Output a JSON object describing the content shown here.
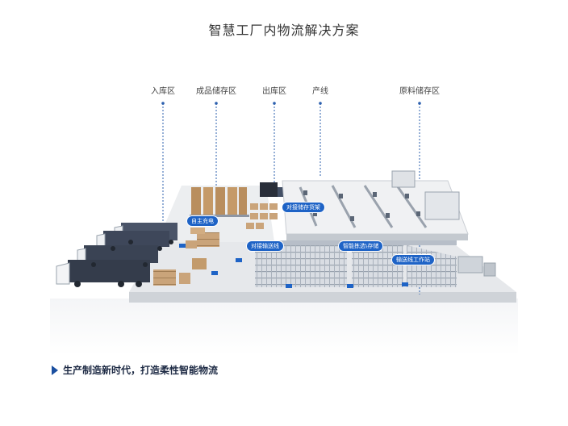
{
  "title": "智慧工厂内物流解决方案",
  "zones": [
    {
      "label": "入库区"
    },
    {
      "label": "成品储存区"
    },
    {
      "label": "出库区"
    },
    {
      "label": "产线"
    },
    {
      "label": "原料储存区"
    }
  ],
  "callouts": {
    "self_charging": "自主充电",
    "docking_storage_rack": "对接储存货架",
    "docking_conveyor": "对接输送线",
    "smart_pick_store": "智能拣选\\存储",
    "conveyor_workstation": "输送线工作站"
  },
  "slogan": "生产制造新时代，打造柔性智能物流",
  "colors": {
    "accent": "#1e63c6",
    "floor": "#e6e8eb",
    "truck": "#3a4354"
  }
}
